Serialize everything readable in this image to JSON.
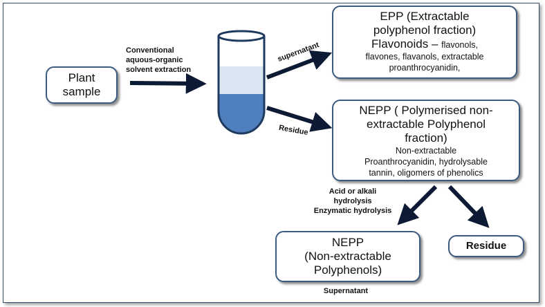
{
  "nodes": {
    "plant": {
      "lines": [
        "Plant",
        "sample"
      ]
    },
    "epp": {
      "title_lines": [
        "EPP (Extractable",
        "polyphenol fraction)"
      ],
      "subtitle": "Flavonoids – ",
      "detail_inline": "flavonols,",
      "detail_lines": [
        "flavones, flavanols, extractable",
        "proanthrocyanidin,"
      ]
    },
    "nepp_top": {
      "title_lines": [
        "NEPP ( Polymerised non-",
        "extractable Polyphenol",
        "fraction)"
      ],
      "detail_lines": [
        "Non-extractable",
        "Proanthrocyanidin, hydrolysable",
        "tannin, oligomers of phenolics"
      ]
    },
    "nepp_bottom": {
      "lines": [
        "NEPP",
        "(Non-extractable",
        "Polyphenols)"
      ]
    },
    "residue_box": {
      "label": "Residue"
    }
  },
  "edge_labels": {
    "extraction": [
      "Conventional",
      "aquous-organic",
      "solvent extraction"
    ],
    "supernatant_top": "supernatant",
    "residue_mid": "Residue",
    "hydrolysis": [
      "Acid or alkali",
      "hydrolysis",
      "Enzymatic hydrolysis"
    ],
    "supernatant_bottom": "Supernatant"
  },
  "colors": {
    "border": "#3b5a80",
    "tube_liquid_top": "#dce6f2",
    "tube_liquid_bottom": "#4f7fbf",
    "arrow": "#0d1a33"
  }
}
